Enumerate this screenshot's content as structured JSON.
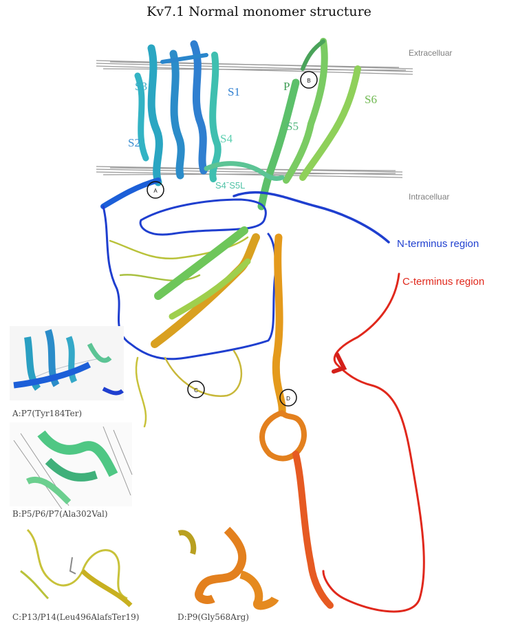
{
  "title": "Kv7.1 Normal monomer structure",
  "membrane": {
    "extracellular": "Extracelluar",
    "intracellular": "Intracelluar"
  },
  "segments": {
    "s1": "S1",
    "s2": "S2",
    "s3": "S3",
    "s4": "S4",
    "s5": "S5",
    "s6": "S6",
    "p": "P",
    "s4s5l": "S4ˉS5L"
  },
  "regions": {
    "n_terminus": "N-terminus region",
    "c_terminus": "C-terminus region"
  },
  "markers": {
    "a": "A",
    "b": "B",
    "c": "C",
    "d": "D"
  },
  "panels": {
    "a": "A:P7(Tyr184Ter)",
    "b": "B:P5/P6/P7(Ala302Val)",
    "c": "C:P13/P14(Leu496AlafsTer19)",
    "d": "D:P9(Gly568Arg)"
  },
  "colors": {
    "blue": "#1f3fcf",
    "red": "#e0281c",
    "teal": "#2e9fbf",
    "green": "#56c47a",
    "orange": "#e59a1c",
    "yellow": "#c8c23a",
    "membrane": "#9a9a9a"
  }
}
